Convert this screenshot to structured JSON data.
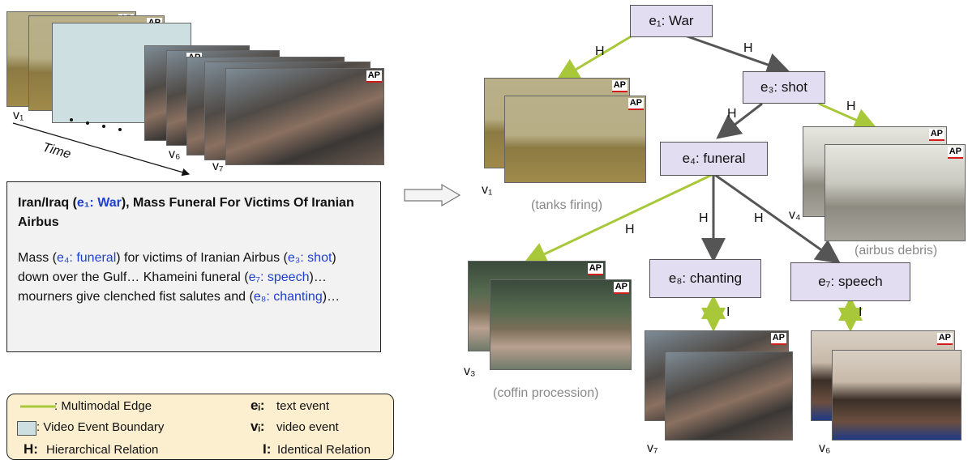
{
  "left_video": {
    "label_v1": "v₁",
    "label_v6": "v₆",
    "label_v7": "v₇",
    "time_label": "Time",
    "ap": "AP"
  },
  "article": {
    "title_pre": "Iran/Iraq (",
    "title_event": "e₁: War",
    "title_post": "), Mass Funeral For Victims Of Iranian Airbus",
    "body_1": "Mass (",
    "body_e4": "e₄: funeral",
    "body_2": ") for victims of Iranian Airbus (",
    "body_e3": "e₃: shot",
    "body_3": ") down over the Gulf… Khameini funeral (",
    "body_e7": "e₇: speech",
    "body_4": ")…mourners give clenched fist salutes and (",
    "body_e8": "e₈: chanting",
    "body_5": ")…"
  },
  "legend": {
    "multimodal_edge": ": Multimodal Edge",
    "video_boundary": ": Video Event Boundary",
    "h_key": "H:",
    "h_text": "Hierarchical Relation",
    "e_key": "eᵢ:",
    "e_text": "text event",
    "v_key": "vᵢ:",
    "v_text": "video event",
    "i_key": "I:",
    "i_text": "Identical Relation"
  },
  "graph": {
    "events": {
      "e1": "e₁: War",
      "e3": "e₃: shot",
      "e4": "e₄: funeral",
      "e8": "e₈: chanting",
      "e7": "e₇: speech"
    },
    "edge_labels": {
      "h": "H",
      "i": "I"
    },
    "video_labels": {
      "v1": "v₁",
      "v3": "v₃",
      "v4": "v₄",
      "v7": "v₇",
      "v6": "v₆"
    },
    "captions": {
      "tanks": "(tanks firing)",
      "airbus": "(airbus debris)",
      "coffin": "(coffin procession)"
    }
  },
  "colors": {
    "multimodal_edge": "#a8c83a",
    "hierarchical_edge": "#555555",
    "event_fill": "#e2ddf0",
    "text_event_blue": "#1f3fd0"
  }
}
